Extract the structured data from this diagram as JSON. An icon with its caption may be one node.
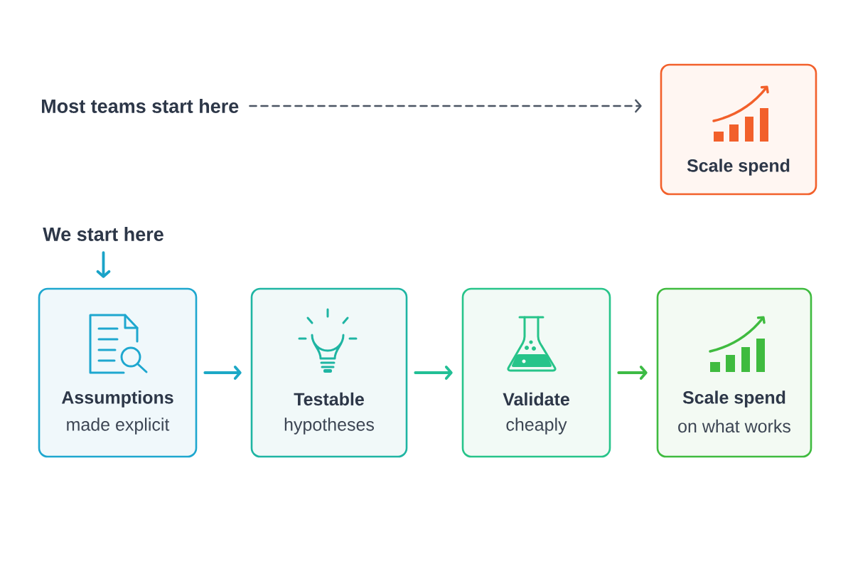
{
  "diagram": {
    "nodes": [
      {
        "text": [
          "Most teams start here"
        ]
      },
      {
        "text": [
          "Scale spend"
        ]
      },
      {
        "text": [
          "We start here"
        ]
      },
      {
        "text": [
          "Assumptions",
          "made explicit"
        ]
      },
      {
        "text": [
          "Testable",
          "hypotheses"
        ]
      },
      {
        "text": [
          "Validate",
          "cheaply"
        ]
      },
      {
        "text": [
          "Scale spend",
          "on what works"
        ]
      }
    ],
    "edges": [
      {
        "from": 0,
        "to": 1,
        "arrow": "to",
        "style": "dashed",
        "color": "#4b5563"
      },
      {
        "from": 2,
        "to": 3,
        "arrow": "to",
        "color": "#1aa3c8"
      },
      {
        "from": 3,
        "to": 4,
        "arrow": "to",
        "color": "#1ca8c6"
      },
      {
        "from": 4,
        "to": 5,
        "arrow": "to",
        "color": "#22bf95"
      },
      {
        "from": 5,
        "to": 6,
        "arrow": "to",
        "color": "#3dbb45"
      }
    ]
  }
}
